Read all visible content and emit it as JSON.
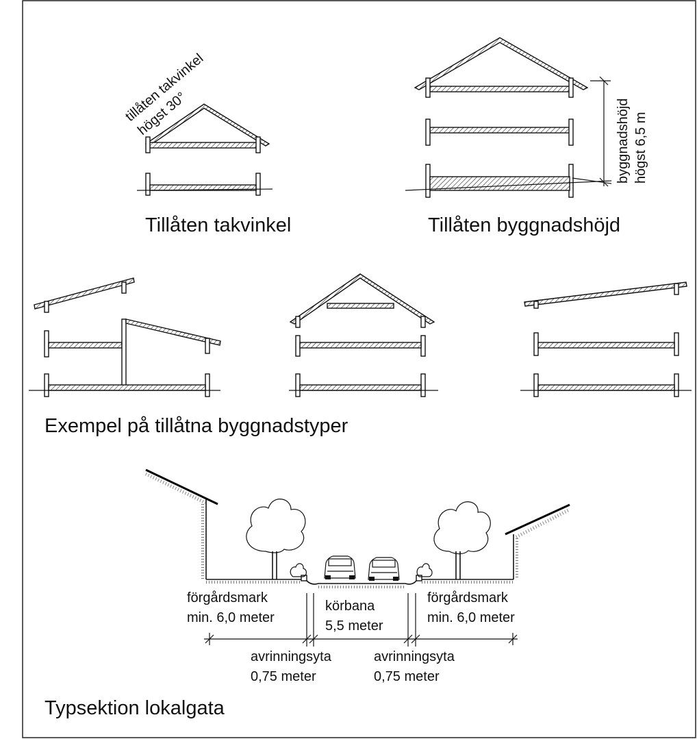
{
  "section1": {
    "title": "Tillåten takvinkel",
    "angle_label_line1": "tillåten takvinkel",
    "angle_label_line2": "högst 30°"
  },
  "section2": {
    "title": "Tillåten byggnadshöjd",
    "height_label_line1": "byggnadshöjd",
    "height_label_line2": "högst 6,5 m"
  },
  "section3": {
    "title": "Exempel på tillåtna byggnadstyper"
  },
  "section4": {
    "title": "Typsektion lokalgata",
    "left_zone_line1": "förgårdsmark",
    "left_zone_line2": "min. 6,0 meter",
    "road_line1": "körbana",
    "road_line2": "5,5 meter",
    "right_zone_line1": "förgårdsmark",
    "right_zone_line2": "min. 6,0 meter",
    "drain_left_line1": "avrinningsyta",
    "drain_left_line2": "0,75 meter",
    "drain_right_line1": "avrinningsyta",
    "drain_right_line2": "0,75 meter"
  }
}
